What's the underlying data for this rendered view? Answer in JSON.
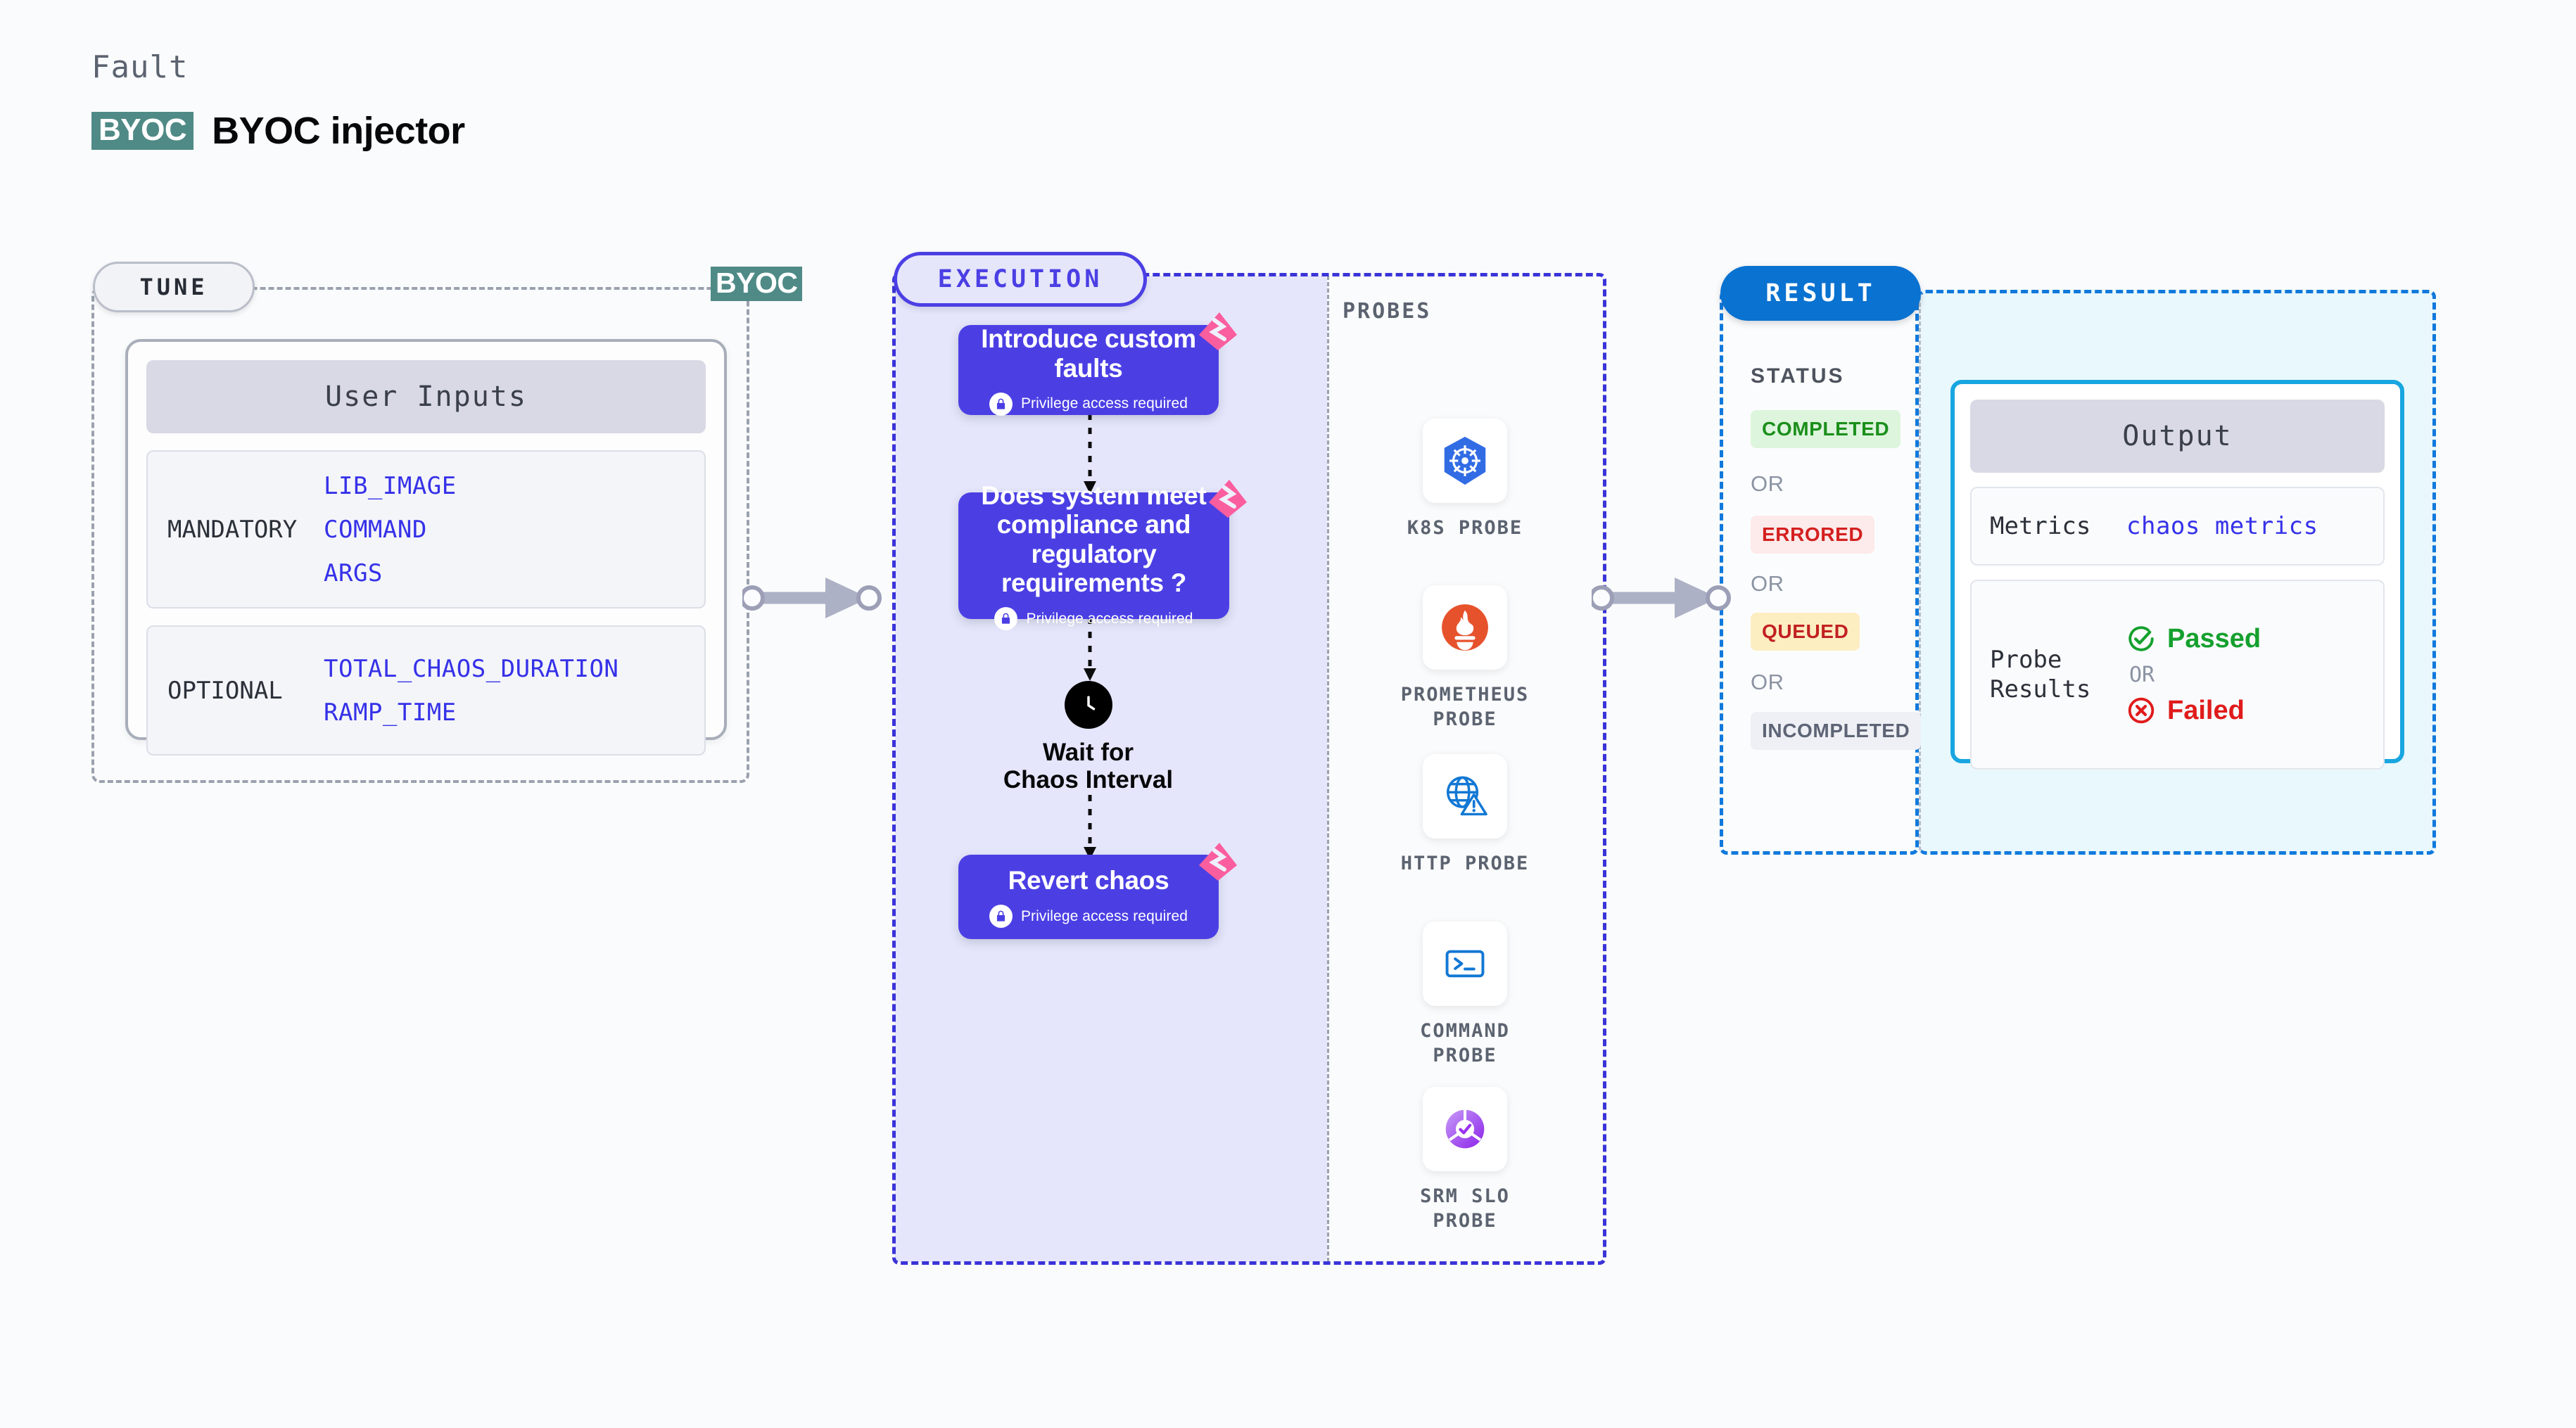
{
  "header": {
    "kicker": "Fault",
    "badge": "BYOC",
    "title": "BYOC injector"
  },
  "tune": {
    "pill_label": "TUNE",
    "byoc_marker": "BYOC",
    "card_header": "User Inputs",
    "groups": [
      {
        "label": "MANDATORY",
        "values": [
          "LIB_IMAGE",
          "COMMAND",
          "ARGS"
        ]
      },
      {
        "label": "OPTIONAL",
        "values": [
          "TOTAL_CHAOS_DURATION",
          "RAMP_TIME"
        ]
      }
    ]
  },
  "execution": {
    "pill_label": "EXECUTION",
    "privilege_note": "Privilege access required",
    "nodes": [
      {
        "title": "Introduce custom faults",
        "privileged": true
      },
      {
        "title": "Does system meet compliance and regulatory requirements ?",
        "privileged": true
      },
      {
        "title": "Wait for Chaos Interval",
        "privileged": false
      },
      {
        "title": "Revert chaos",
        "privileged": true
      }
    ]
  },
  "probes": {
    "title": "PROBES",
    "items": [
      {
        "name": "K8S PROBE",
        "icon": "kubernetes-icon"
      },
      {
        "name": "PROMETHEUS PROBE",
        "icon": "prometheus-icon"
      },
      {
        "name": "HTTP PROBE",
        "icon": "http-globe-icon"
      },
      {
        "name": "COMMAND PROBE",
        "icon": "terminal-icon"
      },
      {
        "name": "SRM SLO PROBE",
        "icon": "srm-slo-icon"
      }
    ]
  },
  "result": {
    "pill_label": "RESULT",
    "status_title": "STATUS",
    "or_label": "OR",
    "statuses": [
      {
        "label": "COMPLETED",
        "bg": "#ddf5dd",
        "fg": "#1b8f1b"
      },
      {
        "label": "ERRORED",
        "bg": "#fdeaea",
        "fg": "#d41f1f"
      },
      {
        "label": "QUEUED",
        "bg": "#fdeec2",
        "fg": "#c22121"
      },
      {
        "label": "INCOMPLETED",
        "bg": "#eef0f5",
        "fg": "#5d6475"
      }
    ],
    "output": {
      "header": "Output",
      "metrics_key": "Metrics",
      "metrics_value": "chaos metrics",
      "probe_key": "Probe Results",
      "probe_pass": "Passed",
      "probe_fail": "Failed",
      "or_label": "OR"
    }
  },
  "colors": {
    "node_purple": "#4b3fe4",
    "exec_fill": "#e5e6fb",
    "result_blue": "#0a72d0",
    "output_cyan": "#18a6e0",
    "byoc_teal": "#4f8a86",
    "litmus_pink": "#fb5e9e"
  }
}
